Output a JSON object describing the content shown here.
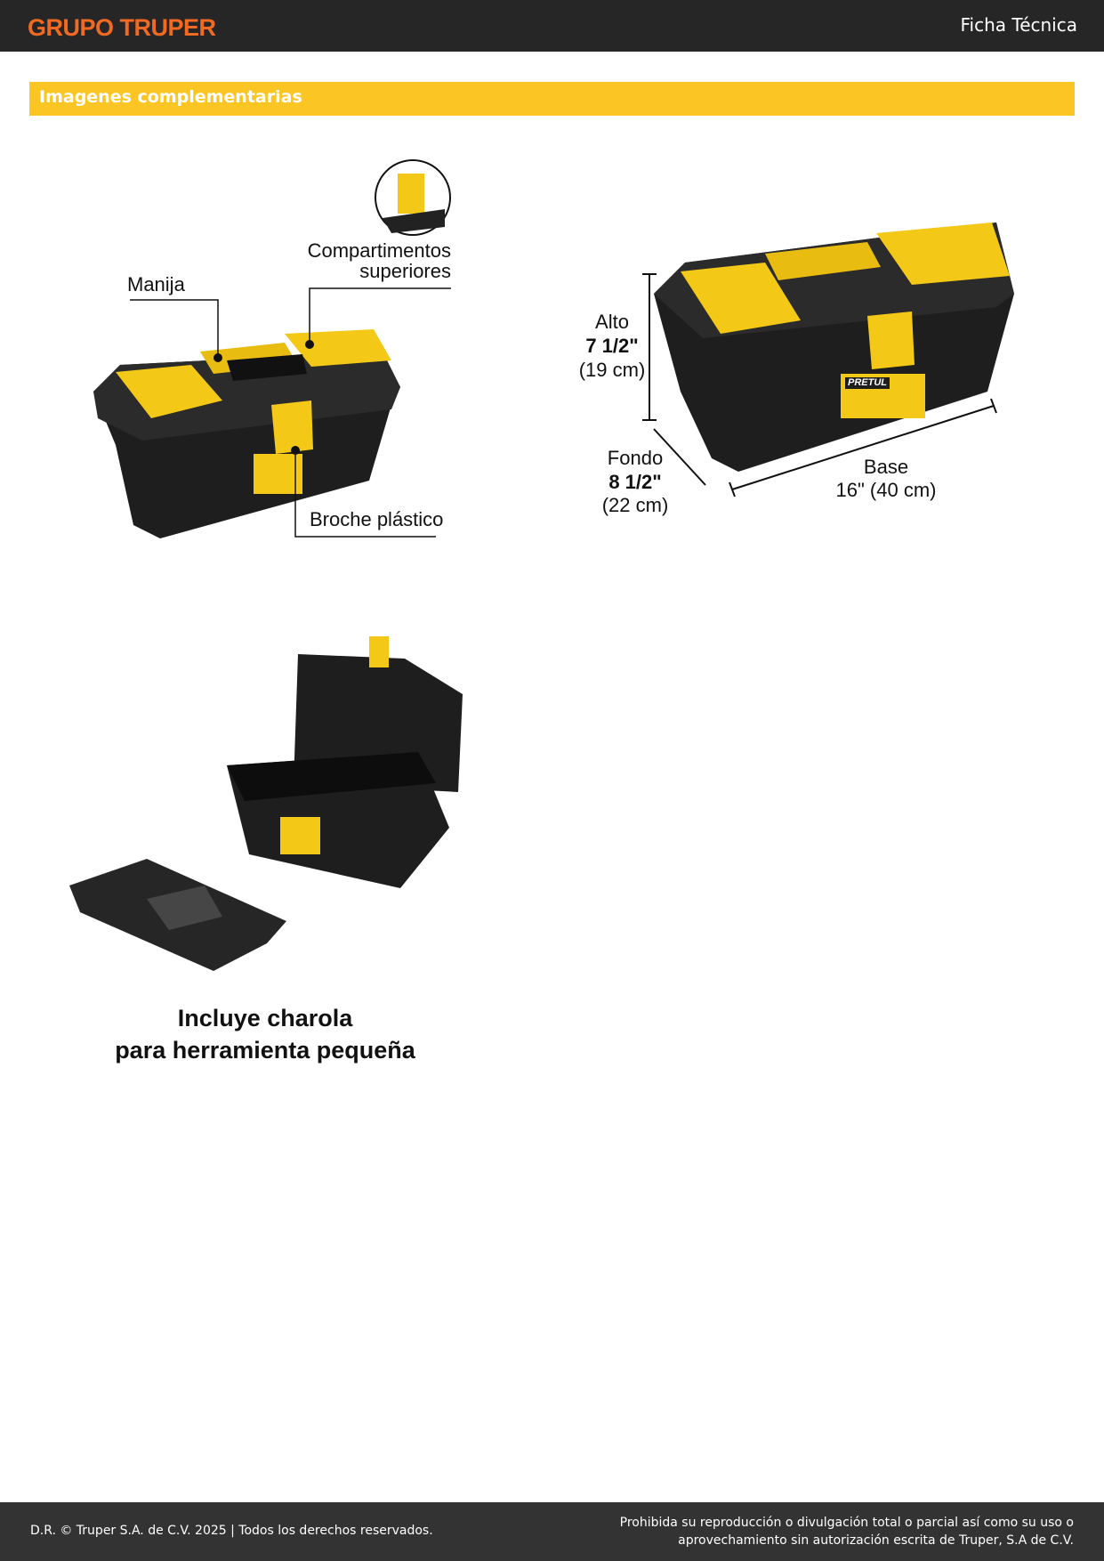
{
  "header": {
    "brand": "GRUPO TRUPER",
    "doc_type": "Ficha Técnica"
  },
  "section": {
    "title": "Imagenes complementarias"
  },
  "figure1": {
    "labels": {
      "handle": "Manija",
      "compartments_line1": "Compartimentos",
      "compartments_line2": "superiores",
      "clasp": "Broche plástico"
    }
  },
  "figure2": {
    "height": {
      "label": "Alto",
      "imperial": "7 1/2\"",
      "metric": "(19 cm)"
    },
    "depth": {
      "label": "Fondo",
      "imperial": "8 1/2\"",
      "metric": "(22 cm)"
    },
    "base": {
      "label": "Base",
      "value": "16\" (40 cm)"
    },
    "brand_on_label": "PRETUL"
  },
  "figure3": {
    "caption_line1": "Incluye charola",
    "caption_line2": "para herramienta pequeña"
  },
  "footer": {
    "copyright": "D.R. © Truper S.A. de C.V. 2025 | Todos los derechos reservados.",
    "notice_line1": "Prohibida su reproducción o divulgación total o parcial así como su uso o",
    "notice_line2": "aprovechamiento sin autorización escrita de Truper, S.A de C.V."
  },
  "colors": {
    "brand_orange": "#f26a21",
    "section_yellow": "#fbc623",
    "header_bg": "#262626",
    "footer_bg": "#333333"
  }
}
